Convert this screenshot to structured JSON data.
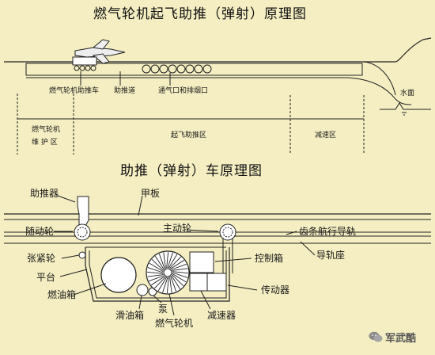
{
  "top_diagram": {
    "title": "燃气轮机起飞助推（弹射）原理图",
    "labels": {
      "booster_car": "燃气轮机助推车",
      "push_track": "助推道",
      "vent": "通气口和排烟口",
      "water_surface": "水面",
      "maintenance_zone_line1": "燃气轮机",
      "maintenance_zone_line2": "维 护 区",
      "takeoff_zone": "起飞助推区",
      "decel_zone": "减速区"
    }
  },
  "bottom_diagram": {
    "title": "助推（弹射）车原理图",
    "labels": {
      "pusher": "助推器",
      "deck": "甲板",
      "follower_wheel": "随动轮",
      "drive_wheel": "主动轮",
      "guide_rail": "齿条航行导轨",
      "tension_wheel": "张紧轮",
      "platform": "平台",
      "control_box": "控制箱",
      "rail_base": "导轨座",
      "fuel_tank": "燃油箱",
      "actuator": "传动器",
      "lube_tank": "滑油箱",
      "pump": "泵",
      "gas_turbine": "燃气轮机",
      "reducer": "减速器"
    }
  },
  "watermark": {
    "text": "军武酷",
    "icon": "wechat-icon"
  }
}
